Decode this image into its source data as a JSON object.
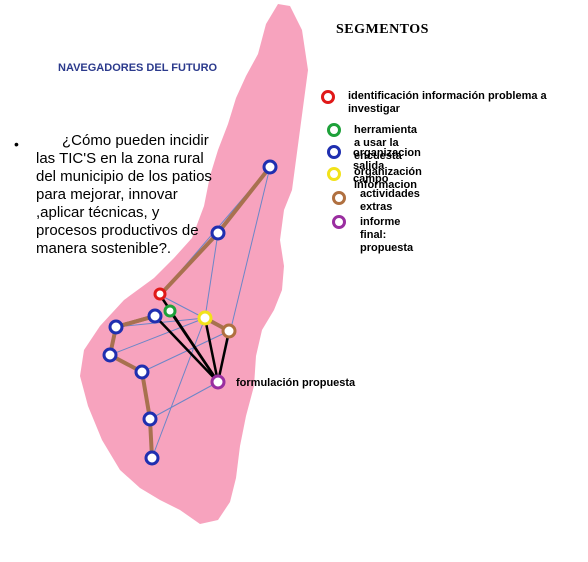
{
  "title": "SEGMENTOS",
  "subtitle": "NAVEGADORES DEL FUTURO",
  "question": "¿Cómo pueden incidir las TIC'S en la zona rural del municipio de los patios para mejorar, innovar ,aplicar técnicas, y procesos productivos de manera sostenible?.",
  "bullet": "•",
  "legend": [
    {
      "label": "identificación información problema a investigar",
      "color": "#e01818",
      "icon": "red-ring"
    },
    {
      "label": "herramienta a usar la encuesta",
      "color": "#1ea13a",
      "icon": "green-ring"
    },
    {
      "label": "organizacion salida campo",
      "color": "#1f2fb0",
      "icon": "blue-ring"
    },
    {
      "label": "organización informacion",
      "color": "#f2e21a",
      "icon": "yellow-ring"
    },
    {
      "label": "actividades extras",
      "color": "#b07040",
      "icon": "brown-ring"
    },
    {
      "label": "informe final: propuesta",
      "color": "#9a2ea0",
      "icon": "purple-ring"
    }
  ],
  "node_label": "formulación propuesta",
  "colors": {
    "region": "#f7a3be",
    "path": "#a8714f",
    "thin_line": "#6b86c8",
    "black_line": "#000000"
  }
}
